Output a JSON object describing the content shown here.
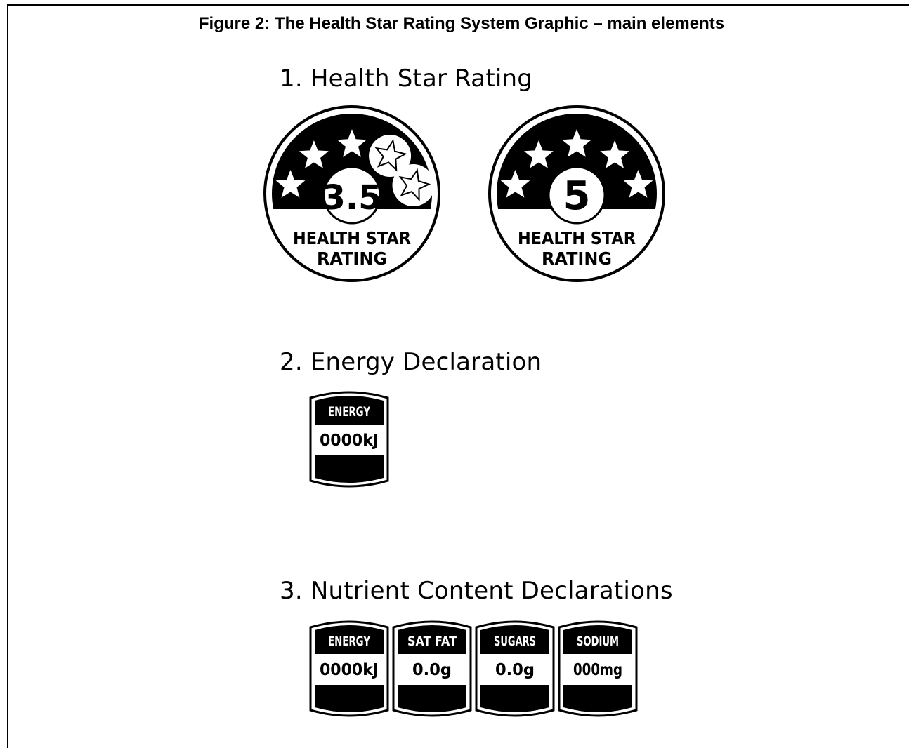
{
  "figure_title": "Figure 2: The Health Star Rating System Graphic – main elements",
  "sections": {
    "rating": {
      "title": "1. Health Star Rating"
    },
    "energy": {
      "title": "2. Energy Declaration"
    },
    "nutrients": {
      "title": "3. Nutrient Content Declarations"
    }
  },
  "badges": [
    {
      "rating_label": "3.5",
      "rating_value": 3.5,
      "line1": "HEALTH STAR",
      "line2": "RATING"
    },
    {
      "rating_label": "5",
      "rating_value": 5,
      "line1": "HEALTH STAR",
      "line2": "RATING"
    }
  ],
  "energy_panel": {
    "label": "ENERGY",
    "value": "0000kJ"
  },
  "nutrient_panels": [
    {
      "label": "ENERGY",
      "value": "0000kJ"
    },
    {
      "label": "SAT FAT",
      "value": "0.0g"
    },
    {
      "label": "SUGARS",
      "value": "0.0g"
    },
    {
      "label": "SODIUM",
      "value": "000mg"
    }
  ],
  "colors": {
    "ink": "#000000",
    "paper": "#ffffff"
  }
}
